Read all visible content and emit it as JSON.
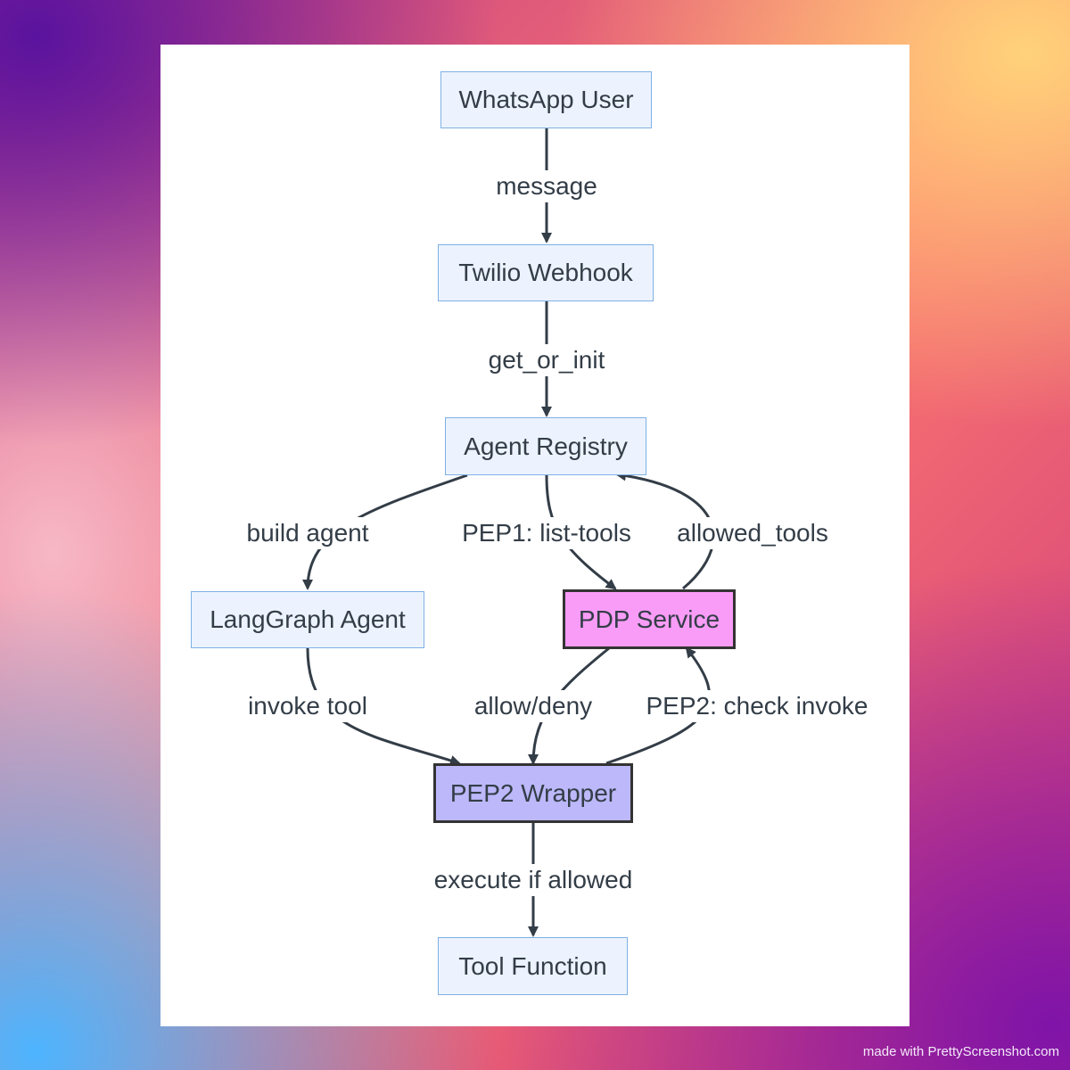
{
  "diagram": {
    "nodes": {
      "whatsapp_user": "WhatsApp User",
      "twilio_webhook": "Twilio Webhook",
      "agent_registry": "Agent Registry",
      "langgraph_agent": "LangGraph Agent",
      "pdp_service": "PDP Service",
      "pep2_wrapper": "PEP2 Wrapper",
      "tool_function": "Tool Function"
    },
    "edges": {
      "message": "message",
      "get_or_init": "get_or_init",
      "build_agent": "build agent",
      "pep1_list_tools": "PEP1: list-tools",
      "allowed_tools": "allowed_tools",
      "invoke_tool": "invoke tool",
      "allow_deny": "allow/deny",
      "pep2_check_invoke": "PEP2: check invoke",
      "execute_if_allowed": "execute if allowed"
    },
    "colors": {
      "default_node_fill": "#ecf3fe",
      "default_node_border": "#7fb0e6",
      "pdp_fill": "#f99cf7",
      "pep2_fill": "#bcb8fa",
      "edge": "#333d47"
    }
  },
  "footer": {
    "watermark": "made with PrettyScreenshot.com"
  }
}
